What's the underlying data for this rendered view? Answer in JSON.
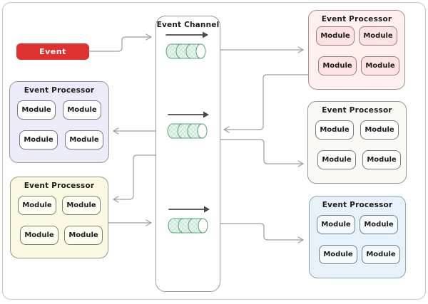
{
  "event": {
    "label": "Event",
    "fill": "#e03131",
    "text_color": "#ffffff"
  },
  "channel": {
    "title": "Event Channel",
    "queue_count": 3,
    "queues": [
      {
        "name": "queue-top"
      },
      {
        "name": "queue-middle"
      },
      {
        "name": "queue-bottom"
      }
    ]
  },
  "processors": [
    {
      "position": "middle-left",
      "theme": "purple",
      "title": "Event Processor",
      "modules": [
        "Module",
        "Module",
        "Module",
        "Module"
      ]
    },
    {
      "position": "bottom-left",
      "theme": "yellow",
      "title": "Event Processor",
      "modules": [
        "Module",
        "Module",
        "Module",
        "Module"
      ]
    },
    {
      "position": "top-right",
      "theme": "pink",
      "title": "Event Processor",
      "modules": [
        "Module",
        "Module",
        "Module",
        "Module"
      ]
    },
    {
      "position": "middle-right",
      "theme": "cream",
      "title": "Event Processor",
      "modules": [
        "Module",
        "Module",
        "Module",
        "Module"
      ]
    },
    {
      "position": "bottom-right",
      "theme": "blue",
      "title": "Event Processor",
      "modules": [
        "Module",
        "Module",
        "Module",
        "Module"
      ]
    }
  ],
  "colors": {
    "event_fill": "#e03131",
    "connector": "#9e9e9e",
    "channel_arrow": "#474747",
    "queue_fill": "#e9f6ee",
    "queue_hatch": "#c2e5d1",
    "queue_stroke": "#5ca17c",
    "processor_fills": {
      "purple": "#ecebf8",
      "yellow": "#fbf8e4",
      "pink": "#fdf0ef",
      "cream": "#faf9f3",
      "blue": "#e6f1fa"
    }
  }
}
